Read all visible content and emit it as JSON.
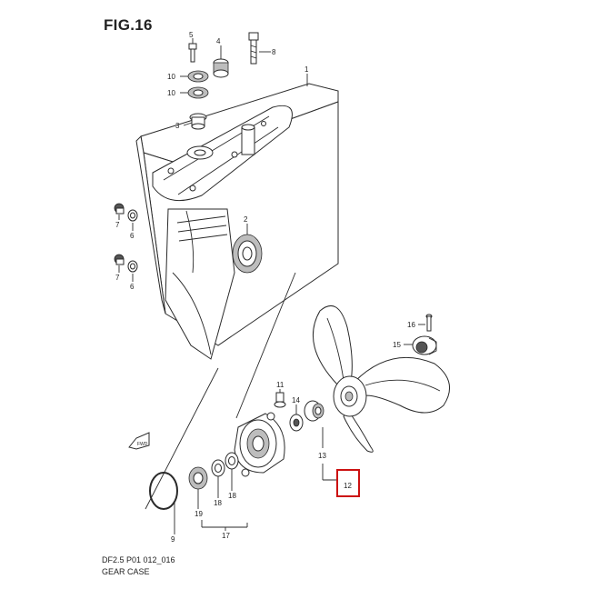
{
  "figure": {
    "title": "FIG.16",
    "code": "DF2.5 P01 012_016",
    "name": "GEAR CASE"
  },
  "direction_label": "FWD",
  "highlight": {
    "color": "#cc1111",
    "part": "12"
  },
  "callouts": [
    {
      "id": "1",
      "label": "1"
    },
    {
      "id": "2",
      "label": "2"
    },
    {
      "id": "3",
      "label": "3"
    },
    {
      "id": "4",
      "label": "4"
    },
    {
      "id": "5",
      "label": "5"
    },
    {
      "id": "6a",
      "label": "6"
    },
    {
      "id": "6b",
      "label": "6"
    },
    {
      "id": "7a",
      "label": "7"
    },
    {
      "id": "7b",
      "label": "7"
    },
    {
      "id": "8",
      "label": "8"
    },
    {
      "id": "9",
      "label": "9"
    },
    {
      "id": "10a",
      "label": "10"
    },
    {
      "id": "10b",
      "label": "10"
    },
    {
      "id": "11",
      "label": "11"
    },
    {
      "id": "12",
      "label": "12"
    },
    {
      "id": "13",
      "label": "13"
    },
    {
      "id": "14",
      "label": "14"
    },
    {
      "id": "15",
      "label": "15"
    },
    {
      "id": "16",
      "label": "16"
    },
    {
      "id": "17",
      "label": "17"
    },
    {
      "id": "18a",
      "label": "18"
    },
    {
      "id": "18b",
      "label": "18"
    },
    {
      "id": "19",
      "label": "19"
    }
  ]
}
